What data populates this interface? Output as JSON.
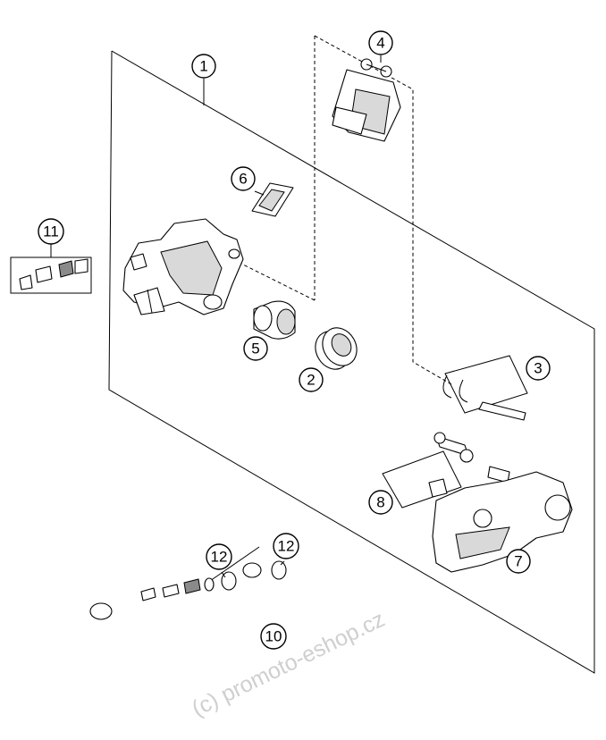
{
  "callouts": [
    {
      "id": "callout-1",
      "label": "1"
    },
    {
      "id": "callout-2",
      "label": "2"
    },
    {
      "id": "callout-3",
      "label": "3"
    },
    {
      "id": "callout-4",
      "label": "4"
    },
    {
      "id": "callout-5",
      "label": "5"
    },
    {
      "id": "callout-6",
      "label": "6"
    },
    {
      "id": "callout-7",
      "label": "7"
    },
    {
      "id": "callout-8",
      "label": "8"
    },
    {
      "id": "callout-10",
      "label": "10"
    },
    {
      "id": "callout-11",
      "label": "11"
    },
    {
      "id": "callout-12a",
      "label": "12"
    },
    {
      "id": "callout-12b",
      "label": "12"
    }
  ],
  "watermark": "(c) promoto-eshop.cz"
}
